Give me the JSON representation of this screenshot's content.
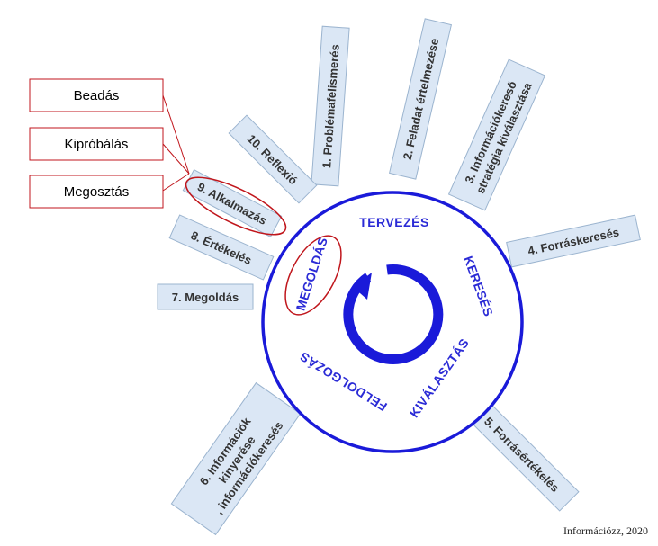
{
  "colors": {
    "box_fill": "#dbe7f5",
    "box_stroke": "#9bb4cf",
    "circle_stroke": "#1a1ad9",
    "arrow": "#1a1ad9",
    "phase_text": "#2b2bd6",
    "highlight": "#c0161c"
  },
  "steps": [
    {
      "label": "1. Problémafelismerés"
    },
    {
      "label": "2. Feladat értelmezése"
    },
    {
      "label_1": "3. Információkereső",
      "label_2": "stratégia kiválasztása"
    },
    {
      "label": "4. Forráskeresés"
    },
    {
      "label": "5. Forrásértékelés"
    },
    {
      "label_1": "6. Információk",
      "label_2": "kinyerése",
      "label_3": ", információkeresés"
    },
    {
      "label": "7. Megoldás"
    },
    {
      "label": "8. Értékelés"
    },
    {
      "label": "9. Alkalmazás"
    },
    {
      "label": "10. Reflexió"
    }
  ],
  "phases": {
    "planning": "TERVEZÉS",
    "search": "KERESÉS",
    "selection": "KIVÁLASZTÁS",
    "processing": "FELDOLGOZÁS",
    "solution": "MEGOLDÁS"
  },
  "actions": [
    "Beadás",
    "Kipróbálás",
    "Megosztás"
  ],
  "credit": "Információzz, 2020"
}
